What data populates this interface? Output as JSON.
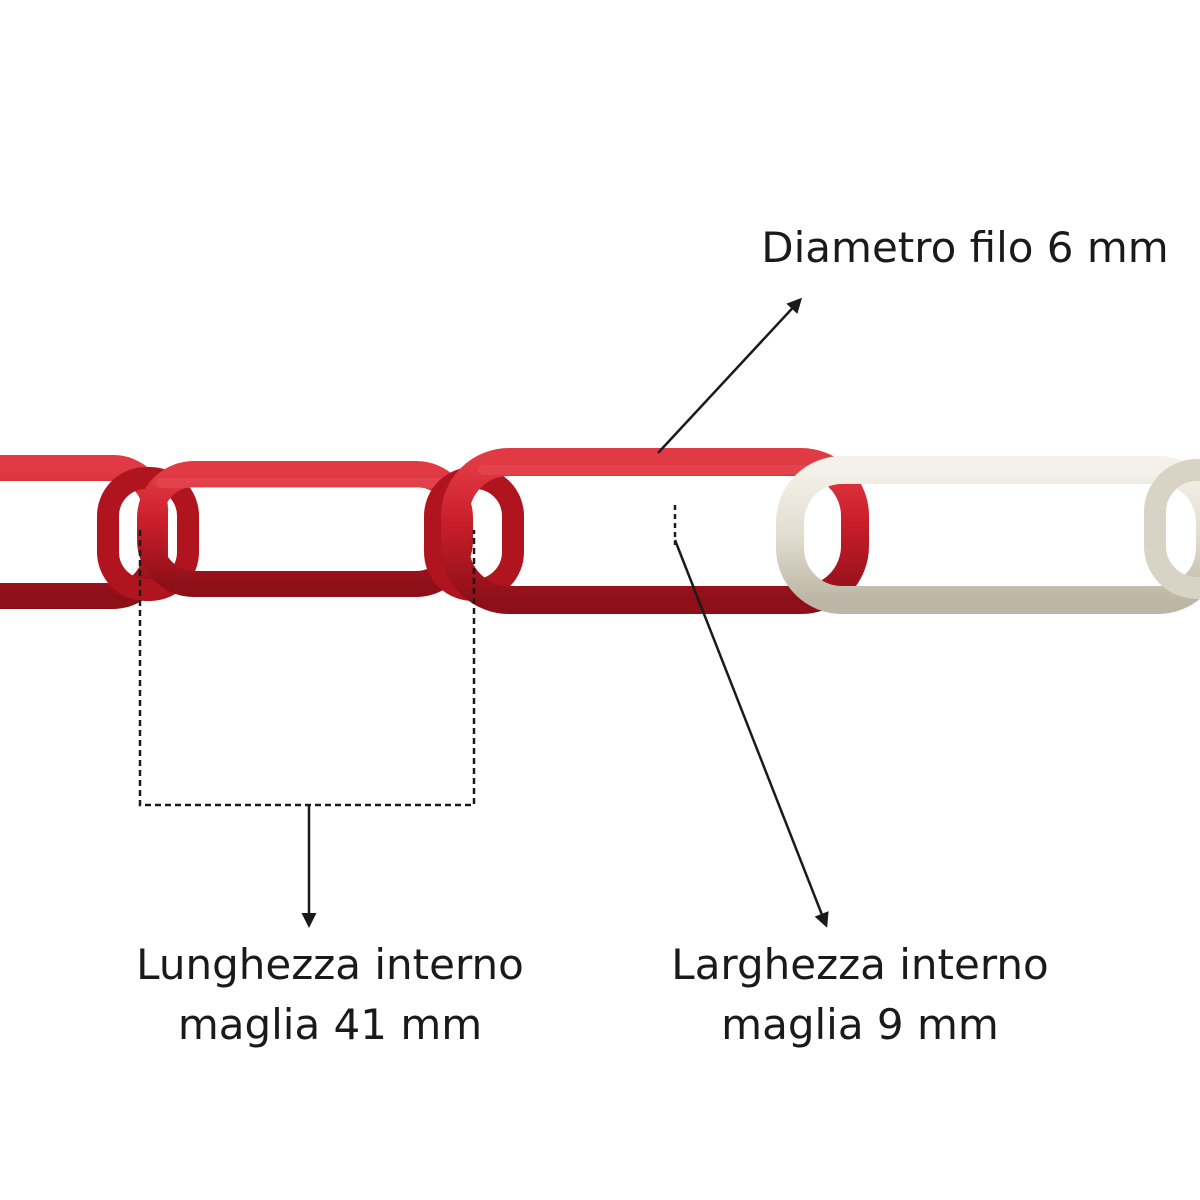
{
  "annotations": {
    "wire_diameter": "Diametro filo 6 mm",
    "inner_length": {
      "line1": "Lunghezza interno",
      "line2": "maglia 41 mm"
    },
    "inner_width": {
      "line1": "Larghezza interno",
      "line2": "maglia 9 mm"
    }
  },
  "colors": {
    "background": "#ffffff",
    "chain_red": "#c81e2a",
    "chain_red_dark": "#8e0f18",
    "chain_red_light": "#e8515a",
    "chain_white": "#e6e1d6",
    "chain_white_dark": "#b9b3a4",
    "annotation_line": "#1a1a1a"
  },
  "chain": {
    "links_visible": [
      "red",
      "red",
      "red",
      "white",
      "white"
    ]
  }
}
